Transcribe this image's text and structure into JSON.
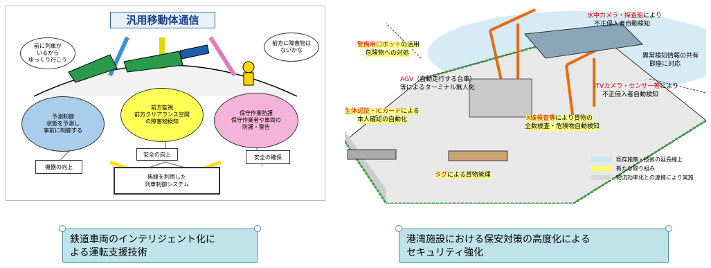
{
  "railway": {
    "title": "汎用移動体通信",
    "cloud_left": "前に列車が\nいるから\nゆっくり行こう",
    "cloud_right": "前方に障害物は\nないかな",
    "circle_blue": {
      "title": "予測制御",
      "body": "状態を予測し\n事前に制御する"
    },
    "circle_yellow": {
      "title": "前方監視",
      "body": "前方クリアランス空間\nの障害物検知"
    },
    "circle_pink": {
      "title": "保守作業防護",
      "body": "保守作業者や車両の\n防護・警告"
    },
    "box_left": "機器の向上",
    "box_mid": "安全の向上",
    "box_right": "安全の確保",
    "box_bottom": "無線を利用した\n列車制御システム"
  },
  "port": {
    "label_underwater_a": "水中カメラ・探査船",
    "label_underwater_b": "により",
    "label_underwater_c": "不正侵入者自動検知",
    "label_robot_a": "警備用ロボット",
    "label_robot_b": "の活用",
    "label_robot_c": "危険物への対処",
    "label_anomaly_a": "異常検知情報の共有",
    "label_anomaly_b": "即座に対応",
    "label_agv_a": "AGV",
    "label_agv_b": "（自動走行する台車）",
    "label_agv_c": "等によるターミナル無人化",
    "label_itv_a": "ITVカメラ・センサー等",
    "label_itv_b": "により",
    "label_itv_c": "不正侵入者自動検知",
    "label_bio_a": "生体認証・ICカード",
    "label_bio_b": "による",
    "label_bio_c": "本人確認の自動化",
    "label_xray_a": "X線検査等",
    "label_xray_b": "により貨物の",
    "label_xray_c": "全数検査・危険物自動検知",
    "label_tag_a": "タグ",
    "label_tag_b": "による貨物管理",
    "legend": [
      {
        "label": "既存施策・技術の延長線上",
        "color": "#bfe9f3"
      },
      {
        "label": "新たな取り組み",
        "color": "#ffff66"
      },
      {
        "label": "物流効率化との連携により実施",
        "color": "#d9d9d9"
      }
    ]
  },
  "captions": {
    "left_line1": "鉄道車両のインテリジェント化に",
    "left_line2": "よる運転支援技術",
    "right_line1": "港湾施設における保安対策の高度化による",
    "right_line2": "セキュリティ強化"
  },
  "colors": {
    "caption_bg": "#bfe3ea",
    "sea": "#d6ebf5",
    "circle_blue": "#a9cdea",
    "circle_yellow": "#ffff55",
    "circle_pink": "#f4b3d8"
  }
}
